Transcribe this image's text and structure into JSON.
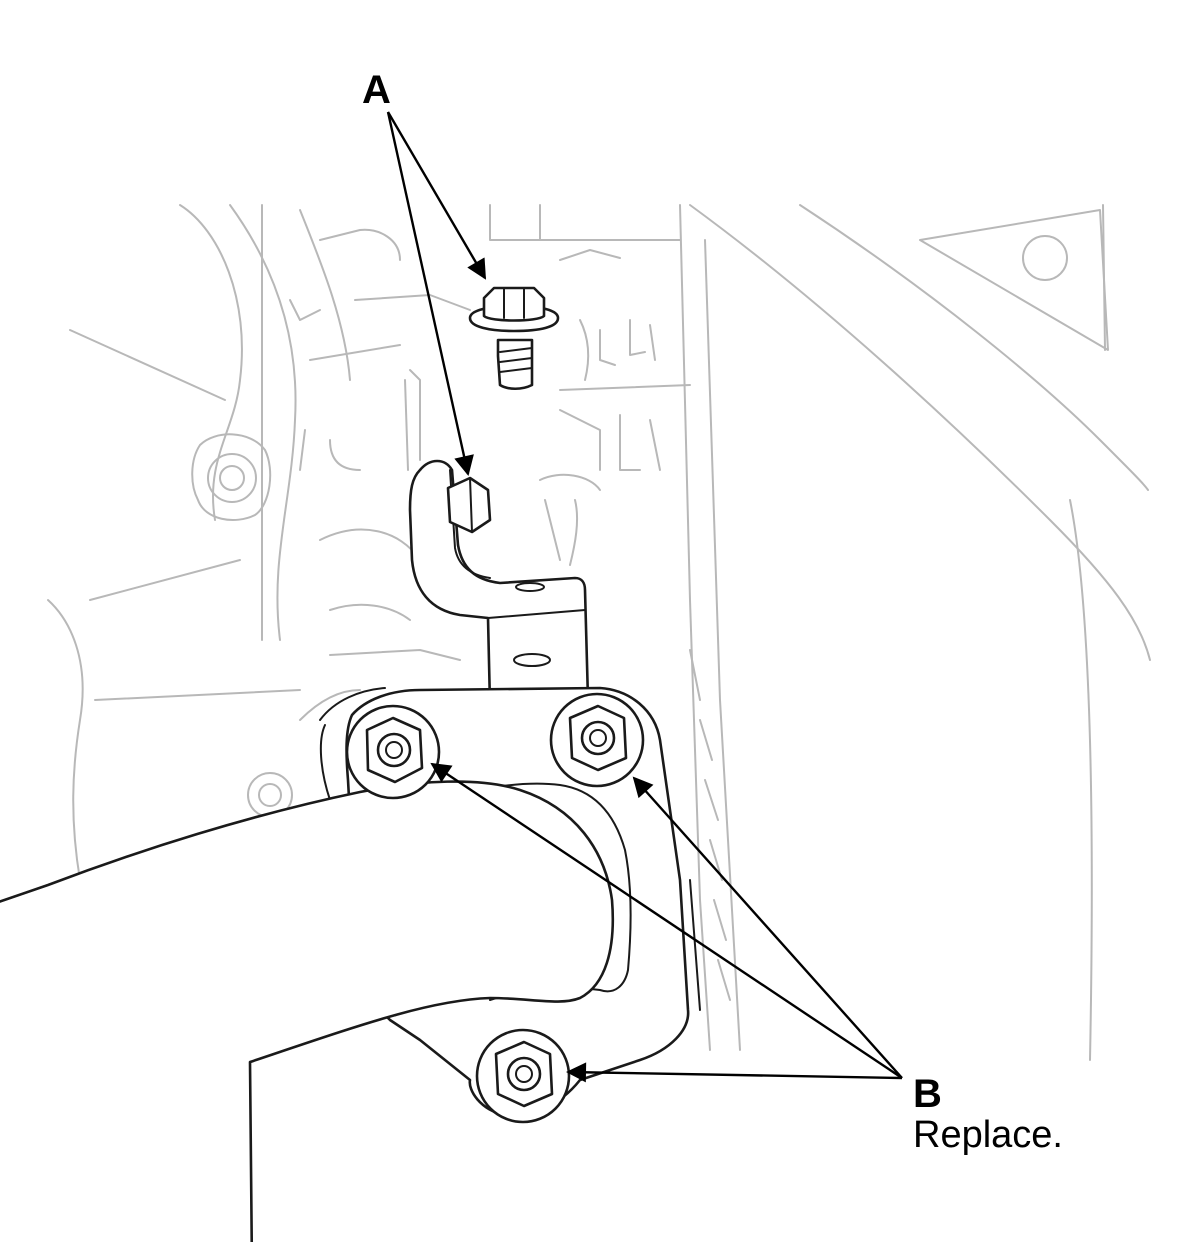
{
  "callouts": {
    "a": {
      "letter": "A"
    },
    "b": {
      "letter": "B",
      "note": "Replace."
    }
  },
  "colors": {
    "line_art": "#1a1a1a",
    "background_art": "#b8b8b8",
    "leader": "#000000"
  }
}
